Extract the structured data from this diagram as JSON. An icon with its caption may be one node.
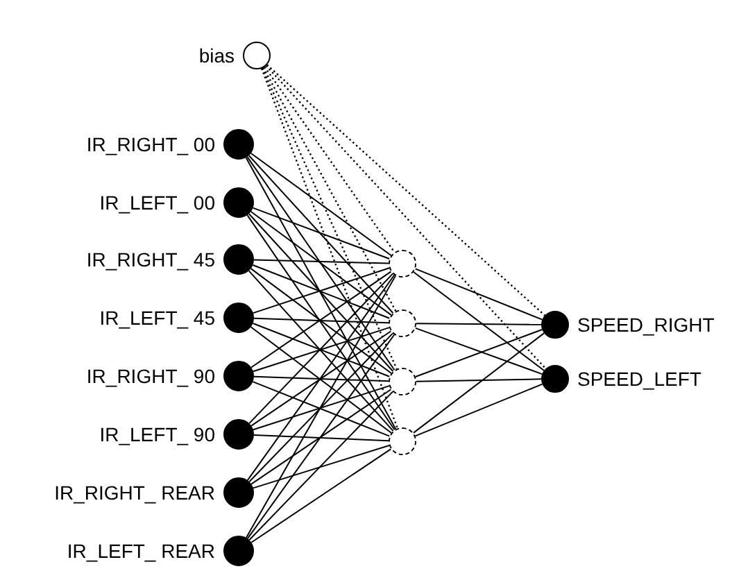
{
  "diagram": {
    "nodes": [
      {
        "text": [],
        "shape": "circle",
        "beside": [
          "bias"
        ]
      },
      {
        "text": [],
        "shape": "circle",
        "beside": [
          "IR_RIGHT_ 00"
        ]
      },
      {
        "text": [],
        "shape": "circle",
        "beside": [
          "IR_LEFT_ 00"
        ]
      },
      {
        "text": [],
        "shape": "circle",
        "beside": [
          "IR_RIGHT_ 45"
        ]
      },
      {
        "text": [],
        "shape": "circle",
        "beside": [
          "IR_LEFT_ 45"
        ]
      },
      {
        "text": [],
        "shape": "circle",
        "beside": [
          "IR_RIGHT_ 90"
        ]
      },
      {
        "text": [],
        "shape": "circle",
        "beside": [
          "IR_LEFT_ 90"
        ]
      },
      {
        "text": [],
        "shape": "circle",
        "beside": [
          "IR_RIGHT_ REAR"
        ]
      },
      {
        "text": [],
        "shape": "circle",
        "beside": [
          "IR_LEFT_ REAR"
        ]
      },
      {
        "text": [],
        "shape": "circle"
      },
      {
        "text": [],
        "shape": "circle"
      },
      {
        "text": [],
        "shape": "circle"
      },
      {
        "text": [],
        "shape": "circle"
      },
      {
        "text": [],
        "shape": "circle",
        "beside": [
          "SPEED_RIGHT"
        ]
      },
      {
        "text": [],
        "shape": "circle",
        "beside": [
          "SPEED_LEFT"
        ]
      }
    ],
    "edges": [
      {
        "from": 0,
        "to": 9,
        "arrow": "none",
        "style": "dashed"
      },
      {
        "from": 0,
        "to": 10,
        "arrow": "none",
        "style": "dashed"
      },
      {
        "from": 0,
        "to": 11,
        "arrow": "none",
        "style": "dashed"
      },
      {
        "from": 0,
        "to": 12,
        "arrow": "none",
        "style": "dashed"
      },
      {
        "from": 0,
        "to": 13,
        "arrow": "none",
        "style": "dashed"
      },
      {
        "from": 0,
        "to": 14,
        "arrow": "none",
        "style": "dashed"
      },
      {
        "from": 1,
        "to": 9,
        "arrow": "none"
      },
      {
        "from": 1,
        "to": 10,
        "arrow": "none"
      },
      {
        "from": 1,
        "to": 11,
        "arrow": "none"
      },
      {
        "from": 1,
        "to": 12,
        "arrow": "none"
      },
      {
        "from": 2,
        "to": 9,
        "arrow": "none"
      },
      {
        "from": 2,
        "to": 10,
        "arrow": "none"
      },
      {
        "from": 2,
        "to": 11,
        "arrow": "none"
      },
      {
        "from": 2,
        "to": 12,
        "arrow": "none"
      },
      {
        "from": 3,
        "to": 9,
        "arrow": "none"
      },
      {
        "from": 3,
        "to": 10,
        "arrow": "none"
      },
      {
        "from": 3,
        "to": 11,
        "arrow": "none"
      },
      {
        "from": 3,
        "to": 12,
        "arrow": "none"
      },
      {
        "from": 4,
        "to": 9,
        "arrow": "none"
      },
      {
        "from": 4,
        "to": 10,
        "arrow": "none"
      },
      {
        "from": 4,
        "to": 11,
        "arrow": "none"
      },
      {
        "from": 4,
        "to": 12,
        "arrow": "none"
      },
      {
        "from": 5,
        "to": 9,
        "arrow": "none"
      },
      {
        "from": 5,
        "to": 10,
        "arrow": "none"
      },
      {
        "from": 5,
        "to": 11,
        "arrow": "none"
      },
      {
        "from": 5,
        "to": 12,
        "arrow": "none"
      },
      {
        "from": 6,
        "to": 9,
        "arrow": "none"
      },
      {
        "from": 6,
        "to": 10,
        "arrow": "none"
      },
      {
        "from": 6,
        "to": 11,
        "arrow": "none"
      },
      {
        "from": 6,
        "to": 12,
        "arrow": "none"
      },
      {
        "from": 7,
        "to": 9,
        "arrow": "none"
      },
      {
        "from": 7,
        "to": 10,
        "arrow": "none"
      },
      {
        "from": 7,
        "to": 11,
        "arrow": "none"
      },
      {
        "from": 7,
        "to": 12,
        "arrow": "none"
      },
      {
        "from": 8,
        "to": 9,
        "arrow": "none"
      },
      {
        "from": 8,
        "to": 10,
        "arrow": "none"
      },
      {
        "from": 8,
        "to": 11,
        "arrow": "none"
      },
      {
        "from": 8,
        "to": 12,
        "arrow": "none"
      },
      {
        "from": 9,
        "to": 13,
        "arrow": "none"
      },
      {
        "from": 9,
        "to": 14,
        "arrow": "none"
      },
      {
        "from": 10,
        "to": 13,
        "arrow": "none"
      },
      {
        "from": 10,
        "to": 14,
        "arrow": "none"
      },
      {
        "from": 11,
        "to": 13,
        "arrow": "none"
      },
      {
        "from": 11,
        "to": 14,
        "arrow": "none"
      },
      {
        "from": 12,
        "to": 13,
        "arrow": "none"
      },
      {
        "from": 12,
        "to": 14,
        "arrow": "none"
      }
    ]
  }
}
